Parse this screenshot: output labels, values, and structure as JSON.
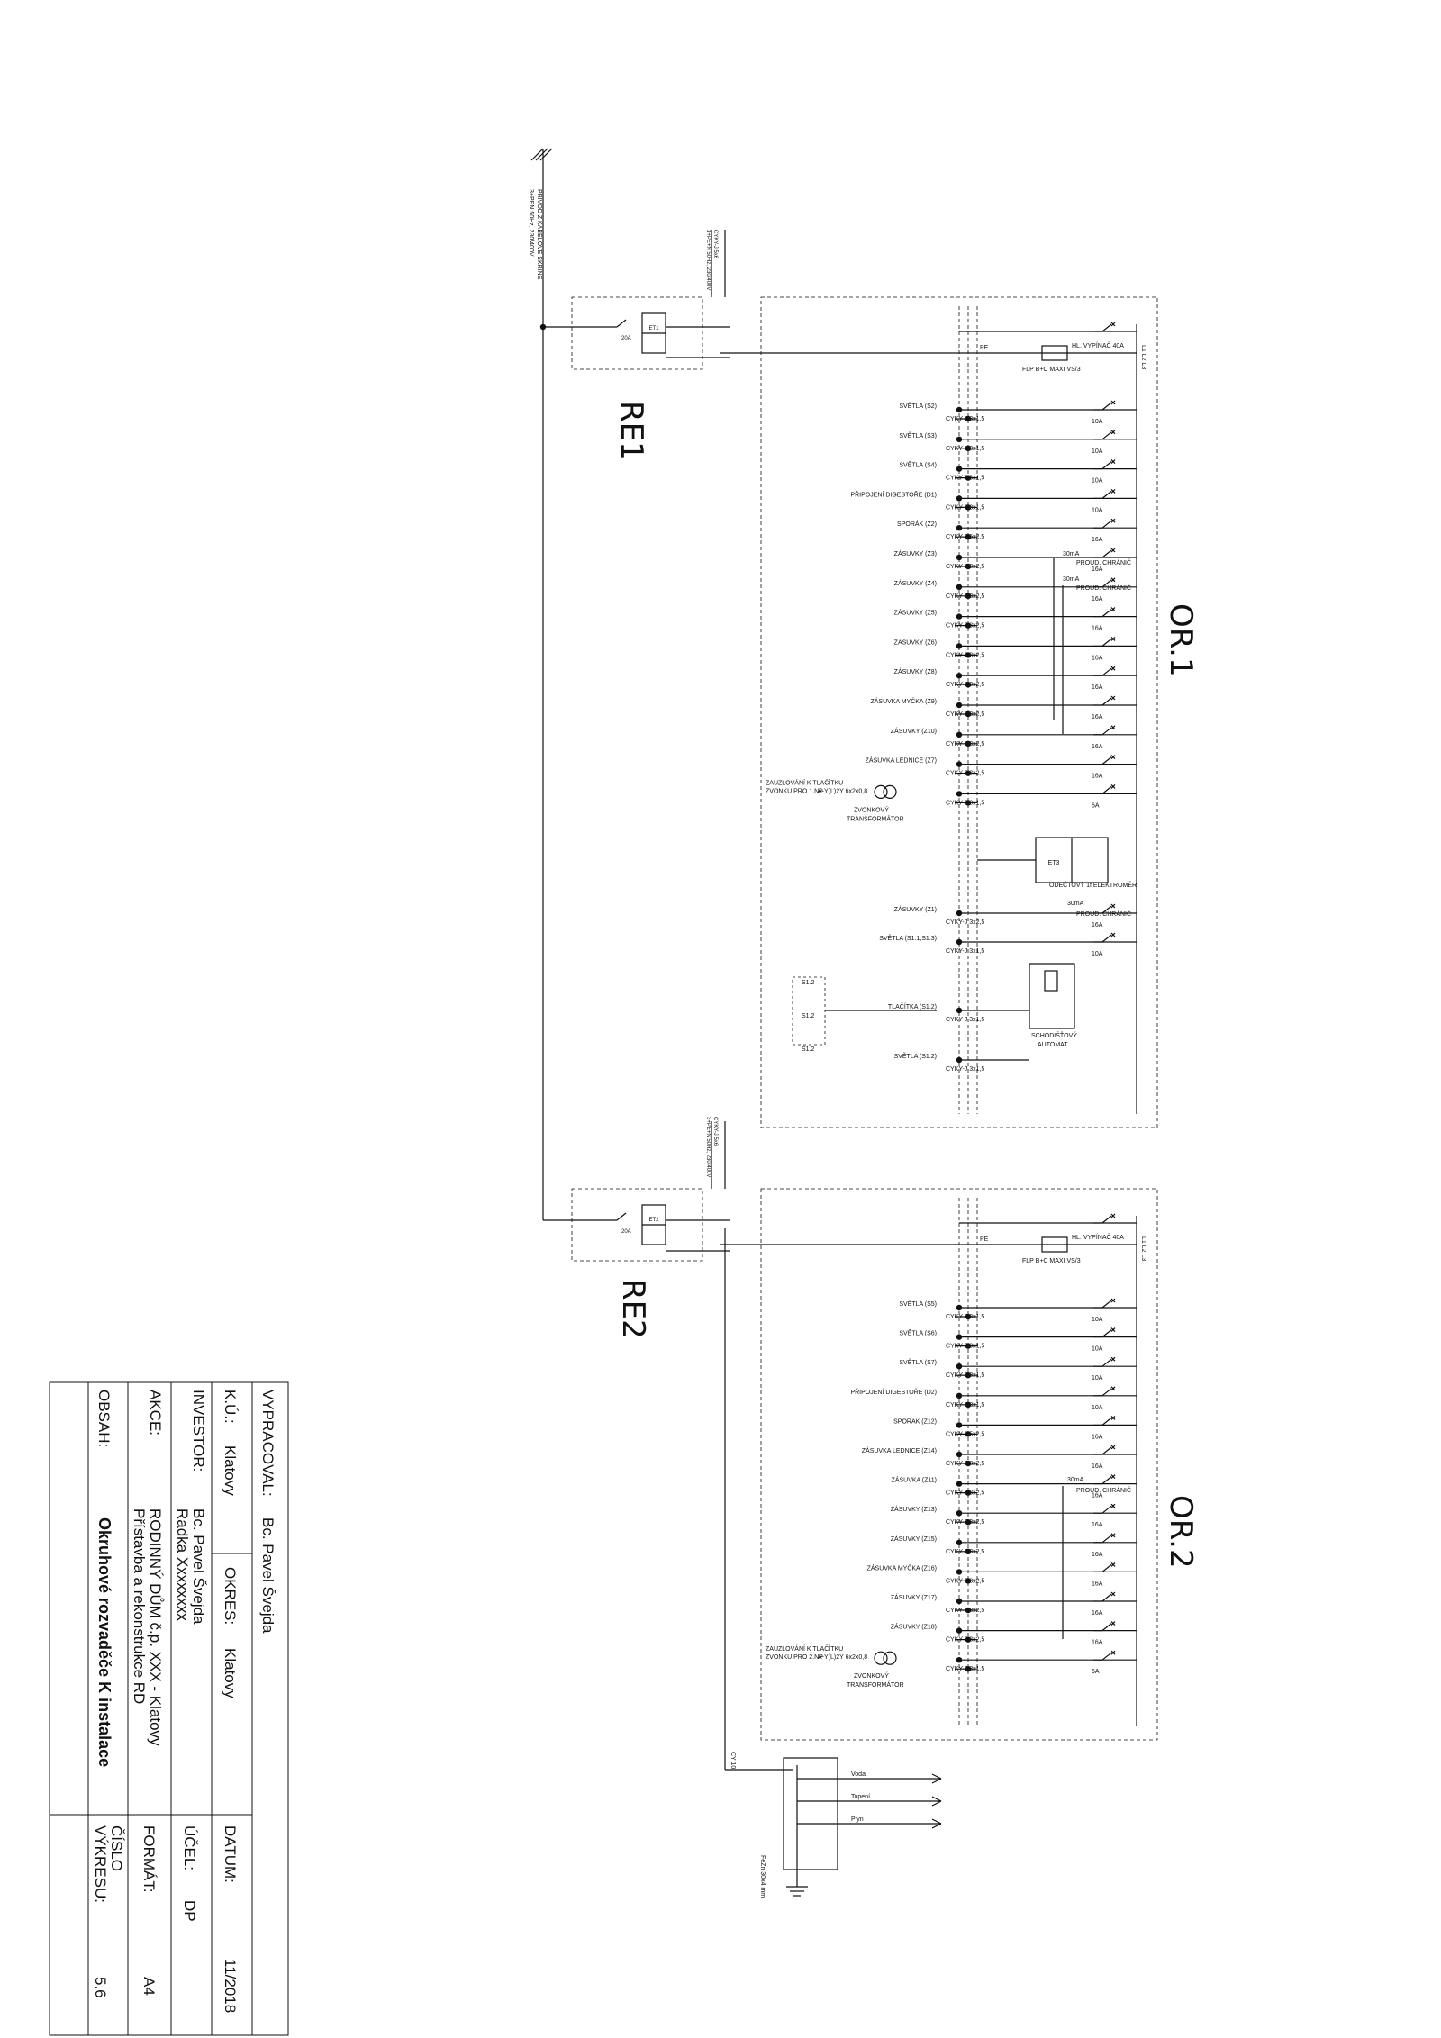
{
  "incoming": {
    "line1": "3+PEN 50Hz, 230/400V",
    "line2": "PŘÍVOD Z KABELOVÉ SKŘÍNĚ"
  },
  "feeder1": {
    "line1": "3+PE+N 50Hz, 230/400V",
    "line2": "CYKY-J 5x6"
  },
  "feeder2": {
    "line1": "3+PE+N 50Hz, 230/400V",
    "line2": "CYKY-J 5x6"
  },
  "re1": {
    "title": "RE1",
    "meter": "ET1",
    "breaker": "20A"
  },
  "re2": {
    "title": "RE2",
    "meter": "ET2",
    "breaker": "20A"
  },
  "or1": {
    "title": "OR.1",
    "main_switch": "HL. VYPÍNAČ 40A",
    "phases": "L1 L2 L3",
    "spd": "FLP B+C MAXI VS/3",
    "pe": "PE",
    "circuits": [
      {
        "name": "SVĚTLA  (S2)",
        "cable": "CYKY-J 3x1,5",
        "mcb": "10A"
      },
      {
        "name": "SVĚTLA  (S3)",
        "cable": "CYKY-J 3x1,5",
        "mcb": "10A"
      },
      {
        "name": "SVĚTLA  (S4)",
        "cable": "CYKY-J 3x1,5",
        "mcb": "10A"
      },
      {
        "name": "PŘIPOJENÍ DIGESTOŘE  (D1)",
        "cable": "CYKY-J 3x1,5",
        "mcb": "10A"
      },
      {
        "name": "SPORÁK  (Z2)",
        "cable": "CYKY-J 5x2,5",
        "mcb": "16A"
      },
      {
        "name": "ZÁSUVKY  (Z3)",
        "cable": "CYKY-J 3x2,5",
        "mcb": "16A"
      },
      {
        "name": "ZÁSUVKY  (Z4)",
        "cable": "CYKY-J 3x2,5",
        "mcb": "16A"
      },
      {
        "name": "ZÁSUVKY  (Z5)",
        "cable": "CYKY-J 3x2,5",
        "mcb": "16A"
      },
      {
        "name": "ZÁSUVKY  (Z6)",
        "cable": "CYKY-J 3x2,5",
        "mcb": "16A"
      },
      {
        "name": "ZÁSUVKY  (Z8)",
        "cable": "CYKY-J 3x2,5",
        "mcb": "16A"
      },
      {
        "name": "ZÁSUVKA MYČKA  (Z9)",
        "cable": "CYKY-J 3x2,5",
        "mcb": "16A"
      },
      {
        "name": "ZÁSUVKY  (Z10)",
        "cable": "CYKY-J 3x2,5",
        "mcb": "16A"
      },
      {
        "name": "ZÁSUVKA LEDNICE  (Z7)",
        "cable": "CYKY-J 3x2,5",
        "mcb": "16A"
      },
      {
        "name": "",
        "cable": "CYKY-J 3x1,5",
        "mcb": "6A"
      }
    ],
    "rcd_label": "PROUD. CHRÁNIČ",
    "rcd_rating": "30mA",
    "rcd_rating_2": "30mA",
    "bell": {
      "line1": "ZAUZLOVÁNÍ K TLAČÍTKU",
      "line2": "ZVONKU PRO 1.NP",
      "cable": "A-Y(L)2Y 6x2x0,8",
      "trafo1": "ZVONKOVÝ",
      "trafo2": "TRANSFORMÁTOR"
    },
    "submeter": {
      "id": "ET3",
      "label": "ODEČTOVÝ 1f ELEKTROMĚR"
    },
    "sub_circuits": [
      {
        "name": "ZÁSUVKY  (Z1)",
        "cable": "CYKY-J 3x2,5",
        "mcb": "16A"
      },
      {
        "name": "SVĚTLA  (S1.1,S1.3)",
        "cable": "CYKY-J 3x1,5",
        "mcb": "10A"
      }
    ],
    "staircase": {
      "label": "TLAČÍTKA (S1.2)",
      "cable": "CYKY-J 3x1,5",
      "lights": "SVĚTLA  (S1.2)",
      "lights_cable": "CYKY-J 3x1,5",
      "auto1": "SCHODIŠŤOVÝ",
      "auto2": "AUTOMAT",
      "s1": "S1.2",
      "s2": "S1.2",
      "s3": "S1.2"
    }
  },
  "or2": {
    "title": "OR.2",
    "main_switch": "HL. VYPÍNAČ 40A",
    "phases": "L1 L2 L3",
    "spd": "FLP B+C MAXI VS/3",
    "pe": "PE",
    "circuits": [
      {
        "name": "SVĚTLA  (S5)",
        "cable": "CYKY-J 3x1,5",
        "mcb": "10A"
      },
      {
        "name": "SVĚTLA  (S6)",
        "cable": "CYKY-J 3x1,5",
        "mcb": "10A"
      },
      {
        "name": "SVĚTLA  (S7)",
        "cable": "CYKY-J 3x1,5",
        "mcb": "10A"
      },
      {
        "name": "PŘIPOJENÍ DIGESTOŘE  (D2)",
        "cable": "CYKY-J 3x1,5",
        "mcb": "10A"
      },
      {
        "name": "SPORÁK  (Z12)",
        "cable": "CYKY-J 5x2,5",
        "mcb": "16A"
      },
      {
        "name": "ZÁSUVKA LEDNICE  (Z14)",
        "cable": "CYKY-J 3x2,5",
        "mcb": "16A"
      },
      {
        "name": "ZÁSUVKA  (Z11)",
        "cable": "CYKY-J 3x2,5",
        "mcb": "16A"
      },
      {
        "name": "ZÁSUVKY  (Z13)",
        "cable": "CYKY-J 3x2,5",
        "mcb": "16A"
      },
      {
        "name": "ZÁSUVKY  (Z15)",
        "cable": "CYKY-J 3x2,5",
        "mcb": "16A"
      },
      {
        "name": "ZÁSUVKA MYČKA  (Z16)",
        "cable": "CYKY-J 3x2,5",
        "mcb": "16A"
      },
      {
        "name": "ZÁSUVKY  (Z17)",
        "cable": "CYKY-J 3x2,5",
        "mcb": "16A"
      },
      {
        "name": "ZÁSUVKY  (Z18)",
        "cable": "CYKY-J 3x2,5",
        "mcb": "16A"
      },
      {
        "name": "",
        "cable": "CYKY-J 3x1,5",
        "mcb": "6A"
      }
    ],
    "rcd_label": "PROUD. CHRÁNIČ",
    "rcd_rating": "30mA",
    "bell": {
      "line1": "ZAUZLOVÁNÍ K TLAČÍTKU",
      "line2": "ZVONKU PRO 2.NP",
      "cable": "A-Y(L)2Y 6x2x0,8",
      "trafo1": "ZVONKOVÝ",
      "trafo2": "TRANSFORMÁTOR"
    }
  },
  "equipotential": {
    "cable": "CY 10",
    "items": [
      "Voda",
      "Topení",
      "Plyn"
    ],
    "earth": "FeZn 30x4 mm"
  },
  "titleblock": {
    "vypracoval_label": "VYPRACOVAL:",
    "vypracoval": "Bc. Pavel Švejda",
    "ku_label": "K.Ú.:",
    "ku": "Klatovy",
    "okres_label": "OKRES:",
    "okres": "Klatovy",
    "investor_label": "INVESTOR:",
    "investor1": "Bc. Pavel Švejda",
    "investor2": "Radka Xxxxxxxx",
    "akce_label": "AKCE:",
    "akce1": "RODINNÝ DŮM č.p. XXX - Klatovy",
    "akce2": "Přístavba a rekonstrukce RD",
    "obsah_label": "OBSAH:",
    "obsah": "Okruhové rozvaděče K instalace",
    "datum_label": "DATUM:",
    "datum": "11/2018",
    "ucel_label": "ÚČEL:",
    "ucel": "DP",
    "format_label": "FORMÁT:",
    "format": "A4",
    "cislo_label1": "ČÍSLO",
    "cislo_label2": "VÝKRESU:",
    "cislo": "5.6"
  }
}
